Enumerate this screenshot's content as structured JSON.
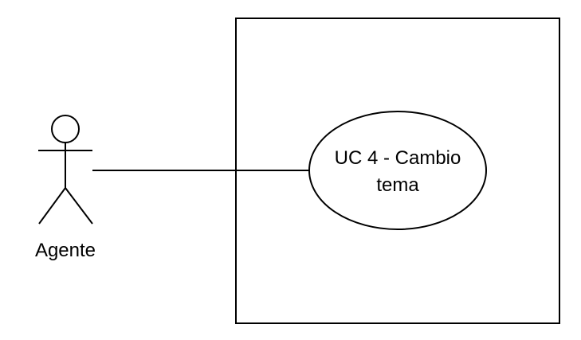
{
  "actor": {
    "label": "Agente"
  },
  "use_case": {
    "line1": "UC 4 - Cambio",
    "line2": "tema"
  },
  "colors": {
    "stroke": "#000000",
    "background": "#ffffff"
  }
}
